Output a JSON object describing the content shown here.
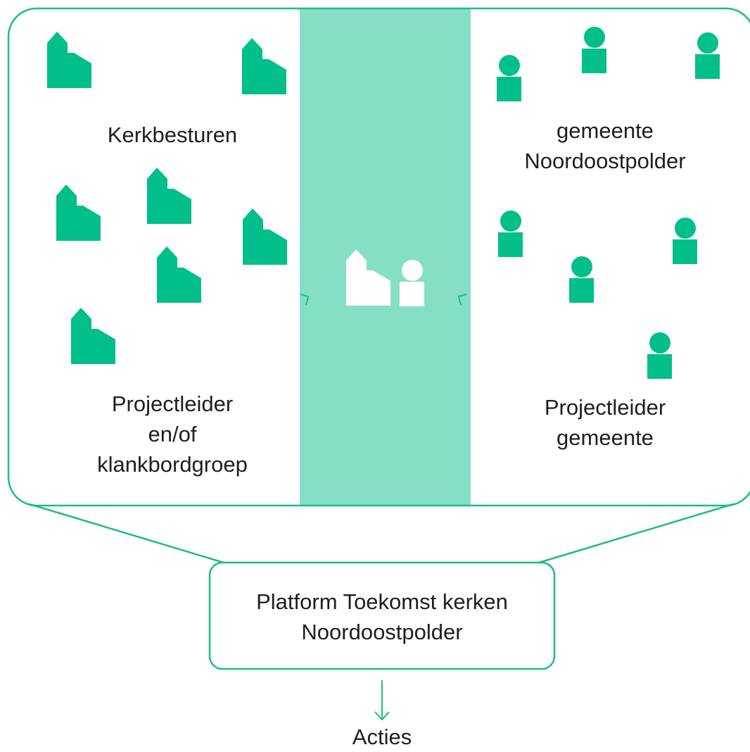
{
  "colors": {
    "accent": "#00bf8a",
    "band": "#84dfc5",
    "line": "#1fba8a",
    "text": "#1e1e1e",
    "white": "#ffffff"
  },
  "left_group": {
    "title": "Kerkbesturen",
    "footer_lines": [
      "Projectleider",
      "en/of",
      "klankbordgroep"
    ],
    "icon": "church-icon"
  },
  "right_group": {
    "title_lines": [
      "gemeente",
      "Noordoostpolder"
    ],
    "footer_lines": [
      "Projectleider",
      "gemeente"
    ],
    "icon": "person-icon"
  },
  "center_band": {
    "icons": [
      "church-icon",
      "person-icon"
    ]
  },
  "platform_box": {
    "lines": [
      "Platform Toekomst kerken",
      "Noordoostpolder"
    ]
  },
  "result": {
    "label": "Acties",
    "icon": "arrow-down-icon"
  }
}
